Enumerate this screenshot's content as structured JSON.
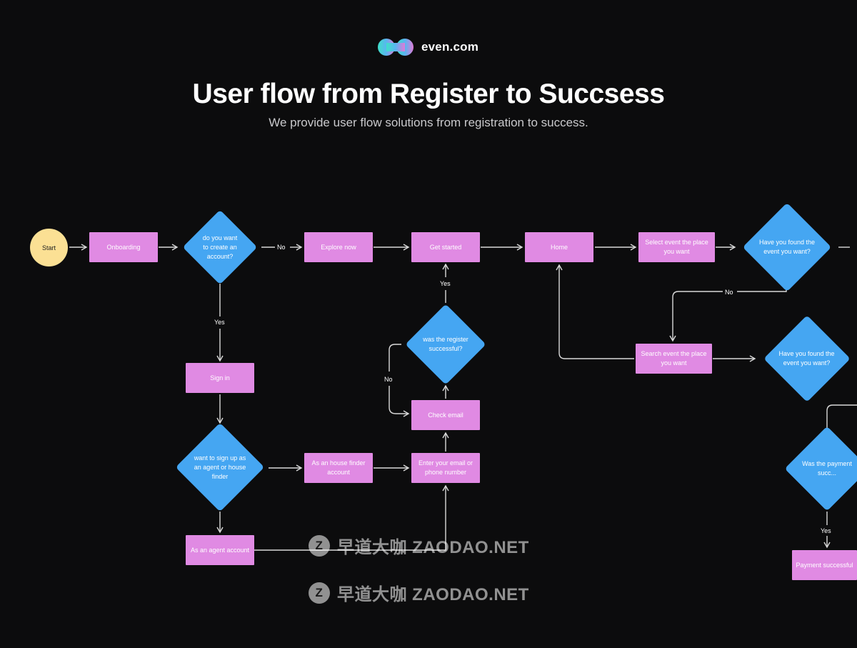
{
  "header": {
    "brand_name": "even.com",
    "title": "User flow from Register  to Succsess",
    "subtitle": "We provide user flow solutions from registration to success."
  },
  "nodes": {
    "start": "Start",
    "onboarding": "Onboarding",
    "q_create_account": "do you want to create an account?",
    "explore_now": "Explore now",
    "get_started": "Get started",
    "home": "Home",
    "select_event": "Select event the place you want",
    "q_found_event_1": "Have you found the event you want?",
    "sign_in": "Sign in",
    "q_register_success": "was the register successful?",
    "search_event": "Search event the place you want",
    "q_found_event_2": "Have you found the event you want?",
    "check_email": "Check email",
    "q_sign_up_type": "want to sign up as an agent or house finder",
    "house_finder_account": "As an house finder account",
    "enter_email": "Enter your email or phone number",
    "q_payment_success": "Was the payment succ...",
    "agent_account": "As an agent account",
    "payment_successful": "Payment successful"
  },
  "labels": {
    "no_1": "No",
    "yes_1": "Yes",
    "yes_2": "Yes",
    "no_2": "No",
    "no_3": "No",
    "yes_3": "Yes"
  },
  "watermark": {
    "text_1": "早道大咖  ZAODAO.NET",
    "text_2": "早道大咖  ZAODAO.NET",
    "logo_letter": "Z"
  },
  "colors": {
    "background": "#0c0c0d",
    "process_box": "#e08ae3",
    "decision": "#45a6f2",
    "start": "#fbe094",
    "connector": "#d9d9d9"
  }
}
